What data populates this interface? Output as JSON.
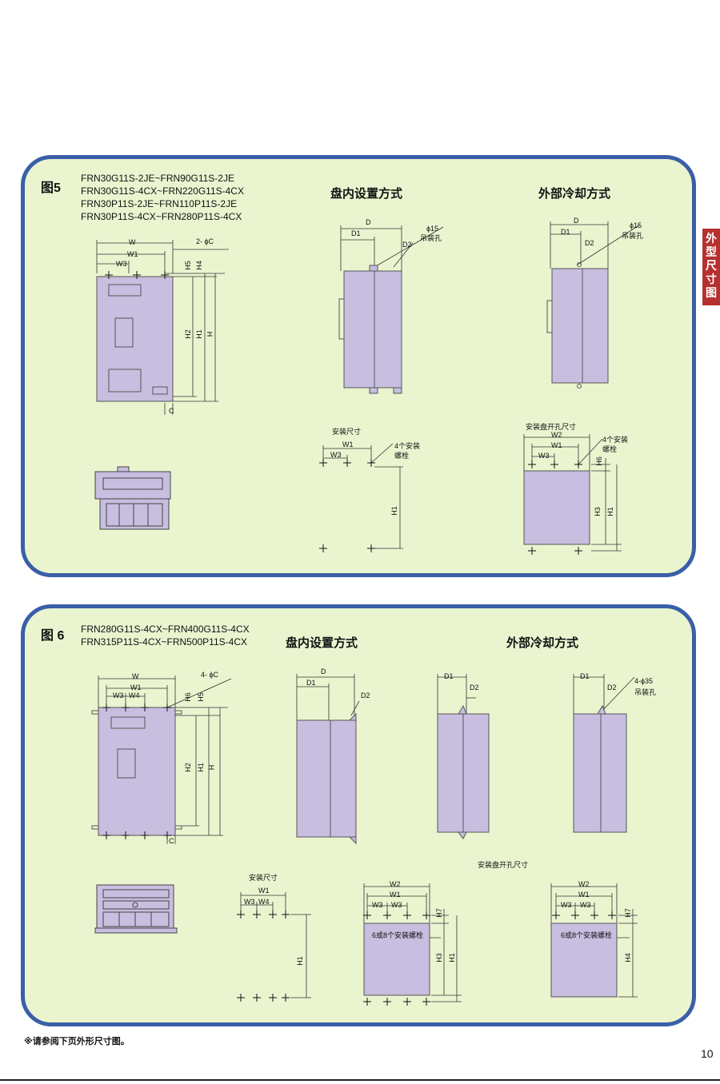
{
  "fig5": {
    "label": "图5",
    "models": [
      "FRN30G11S-2JE~FRN90G11S-2JE",
      "FRN30G11S-4CX~FRN220G11S-4CX",
      "FRN30P11S-2JE~FRN110P11S-2JE",
      "FRN30P11S-4CX~FRN280P11S-4CX"
    ],
    "title_inner": "盘内设置方式",
    "title_outer": "外部冷却方式",
    "front_dims": {
      "W": "W",
      "W1": "W1",
      "W3": "W3",
      "C": "2- ϕC",
      "H5": "H5",
      "H4": "H4",
      "H2": "H2",
      "H1": "H1",
      "H": "H",
      "Cbot": "C"
    },
    "side_dims": {
      "D": "D",
      "D1": "D1",
      "D2": "D2",
      "hole": "ϕ15",
      "hole_label": "吊装孔"
    },
    "mount_title": "安装尺寸",
    "mount_dims": {
      "W1": "W1",
      "W3": "W3",
      "bolt": "4个安装",
      "bolt2": "螺栓",
      "H1": "H1"
    },
    "cut_title": "安装盘开孔尺寸",
    "cut_dims": {
      "W2": "W2",
      "W1": "W1",
      "W3": "W3",
      "H6": "H6",
      "H3": "H3",
      "H1": "H1",
      "bolt": "4个安装",
      "bolt2": "螺栓"
    }
  },
  "fig6": {
    "label": "图 6",
    "models": [
      "FRN280G11S-4CX~FRN400G11S-4CX",
      "FRN315P11S-4CX~FRN500P11S-4CX"
    ],
    "title_inner": "盘内设置方式",
    "title_outer": "外部冷却方式",
    "front_dims": {
      "W": "W",
      "W1": "W1",
      "W3": "W3",
      "W4": "W4",
      "C": "4- ϕC",
      "H6": "H6",
      "H5": "H5",
      "H2": "H2",
      "H1": "H1",
      "H": "H",
      "Cbot": "C"
    },
    "side_dims": {
      "D": "D",
      "D1": "D1",
      "D2": "D2",
      "hole": "4-ϕ35",
      "hole_label": "吊装孔"
    },
    "mount_title": "安装尺寸",
    "mount_dims": {
      "W1": "W1",
      "W3": "W3",
      "W4": "W4",
      "H1": "H1"
    },
    "cut_title": "安装盘开孔尺寸",
    "cut1": {
      "W2": "W2",
      "W1": "W1",
      "W3a": "W3",
      "W3b": "W3",
      "H7": "H7",
      "H3": "H3",
      "H1": "H1",
      "bolt": "6或8个安装螺栓"
    },
    "cut2": {
      "W2": "W2",
      "W1": "W1",
      "W3a": "W3",
      "W3b": "W3",
      "H7": "H7",
      "H4": "H4",
      "bolt": "6或8个安装螺栓"
    }
  },
  "side_tab": [
    "外",
    "型",
    "尺",
    "寸",
    "图"
  ],
  "footnote": "※请参阅下页外形尺寸图。",
  "page_number": "10",
  "colors": {
    "panel_bg": "#eaf5d0",
    "panel_border": "#3a5fa8",
    "device": "#c8bedf",
    "tab": "#b5312f"
  }
}
